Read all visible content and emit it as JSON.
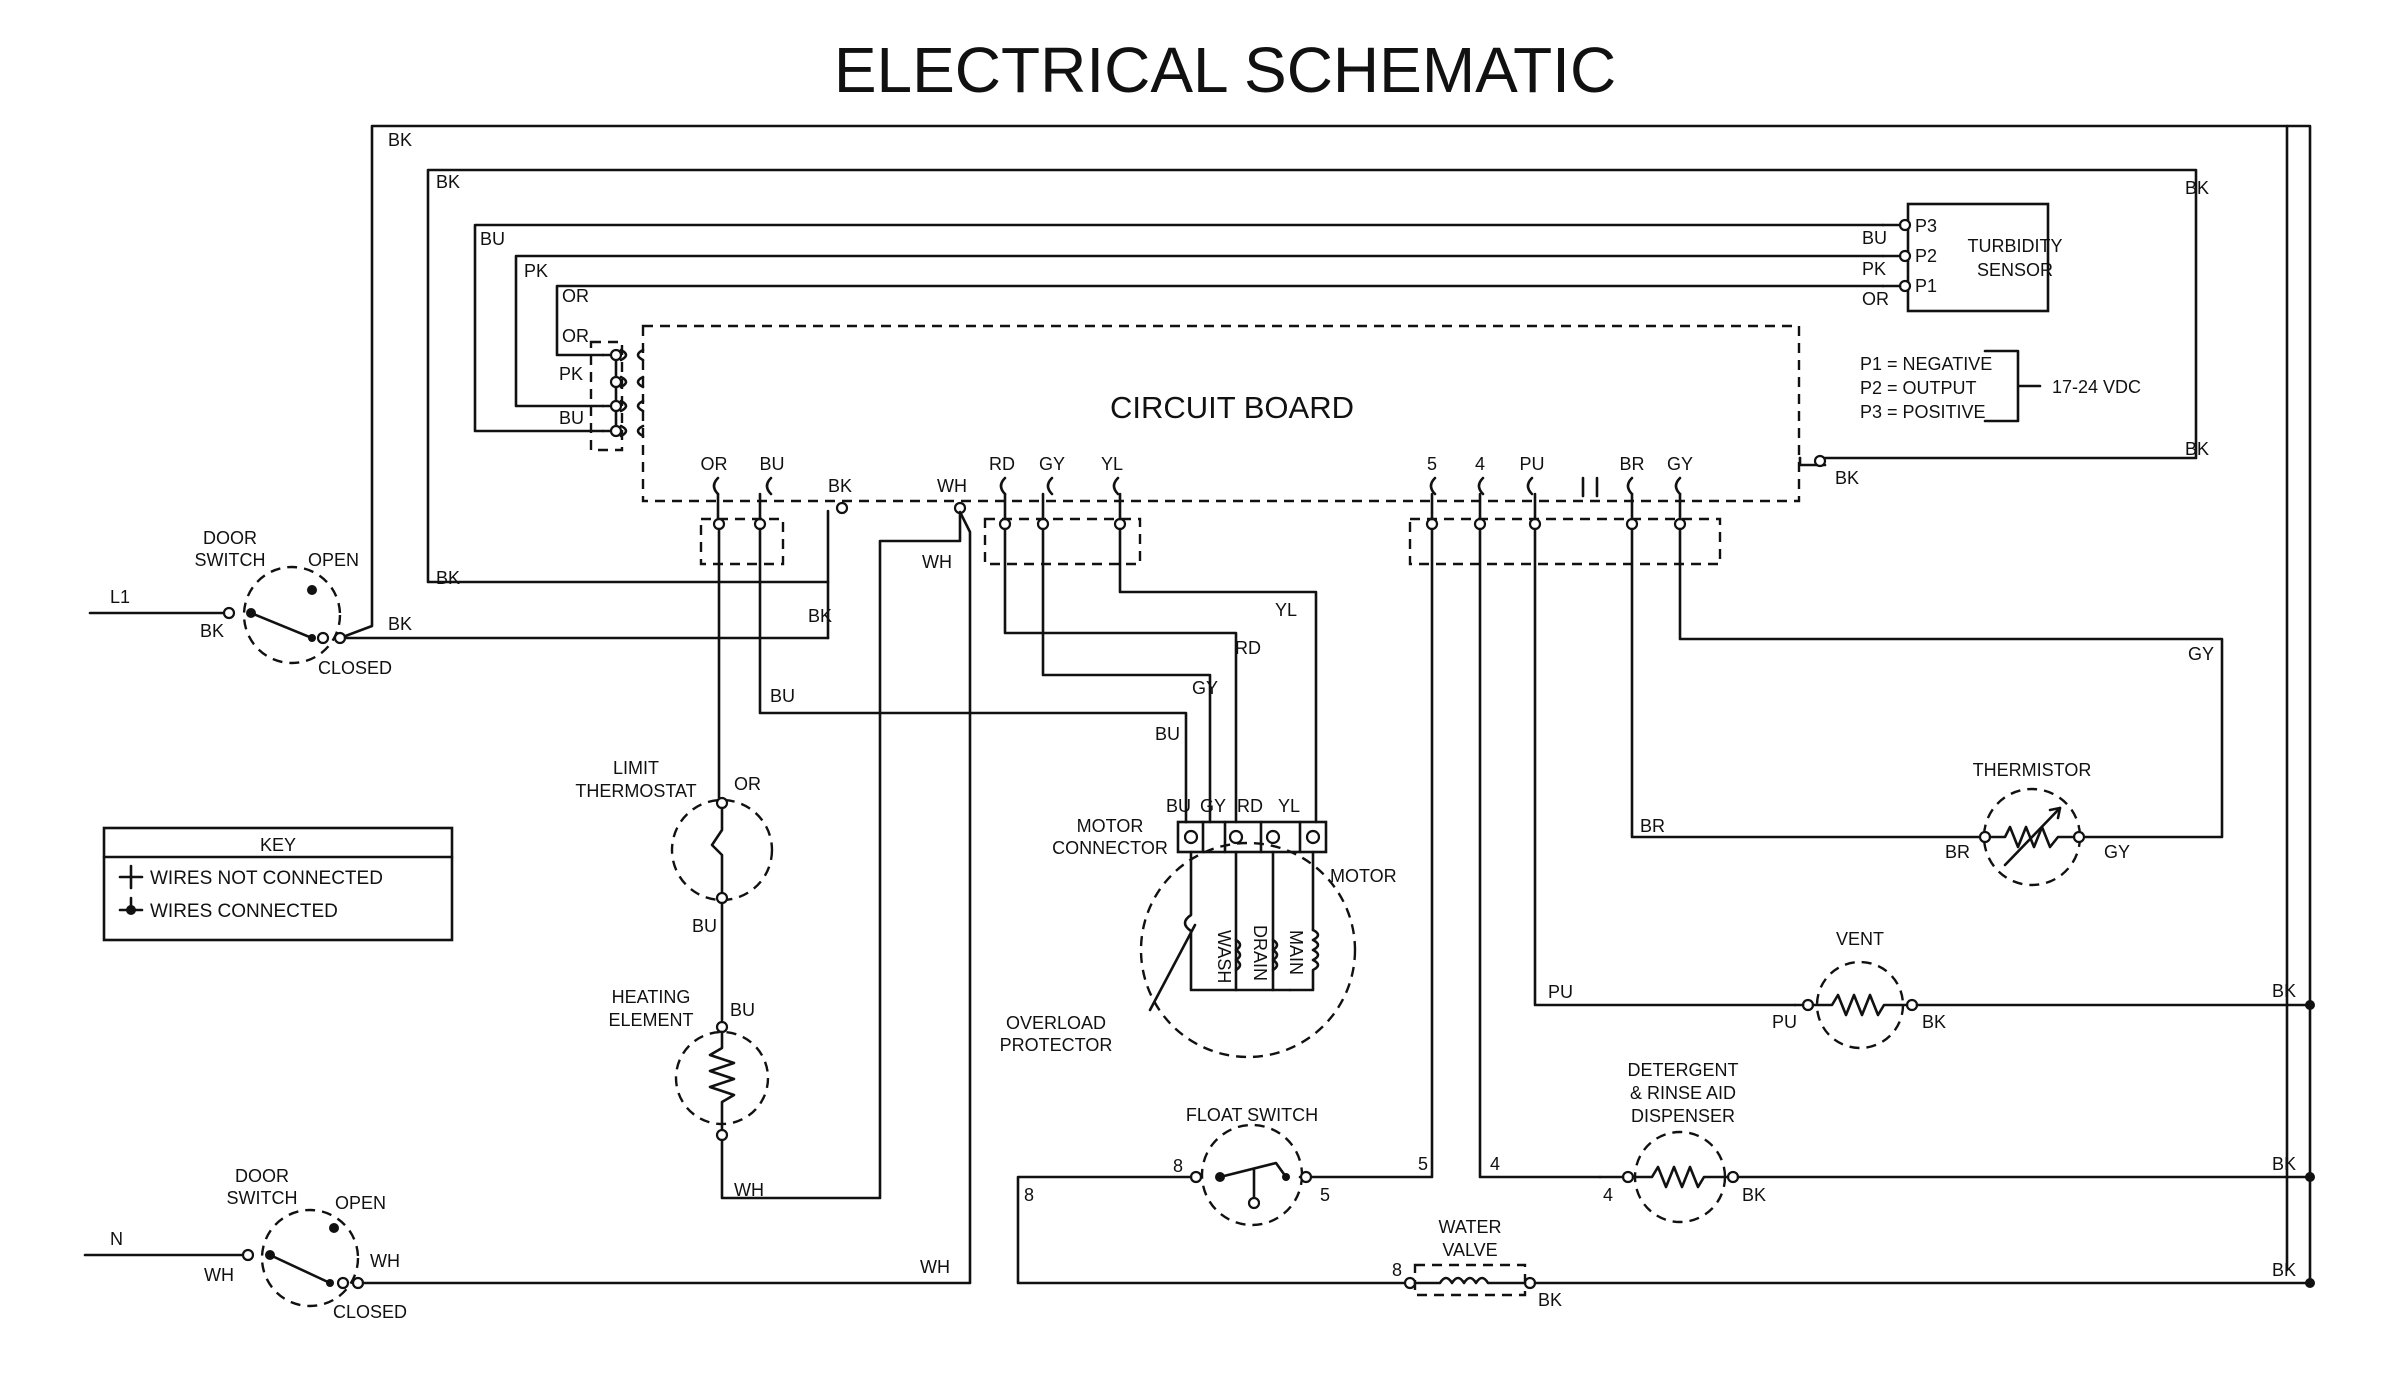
{
  "title": "ELECTRICAL SCHEMATIC",
  "circuit_board": {
    "label": "CIRCUIT BOARD"
  },
  "turbidity_sensor": {
    "label_line1": "TURBIDITY",
    "label_line2": "SENSOR",
    "pins": [
      "P3",
      "P2",
      "P1"
    ],
    "legend": [
      "P1 = NEGATIVE",
      "P2 = OUTPUT",
      "P3 = POSITIVE"
    ],
    "voltage": "17-24 VDC"
  },
  "board_pins_left": [
    "OR",
    "BU",
    "BK",
    "WH",
    "RD",
    "GY",
    "YL"
  ],
  "board_pins_right": [
    "5",
    "4",
    "PU",
    "BR",
    "GY"
  ],
  "wire_colors": {
    "bk": "BK",
    "bu": "BU",
    "pk": "PK",
    "or": "OR",
    "wh": "WH",
    "rd": "RD",
    "gy": "GY",
    "yl": "YL",
    "pu": "PU",
    "br": "BR"
  },
  "numbers": {
    "five": "5",
    "four": "4",
    "eight": "8"
  },
  "lines": {
    "l1": "L1",
    "n": "N"
  },
  "door_switch": {
    "line1": "DOOR",
    "line2": "SWITCH",
    "open": "OPEN",
    "closed": "CLOSED"
  },
  "limit_thermostat": {
    "line1": "LIMIT",
    "line2": "THERMOSTAT"
  },
  "heating_element": {
    "line1": "HEATING",
    "line2": "ELEMENT"
  },
  "motor": {
    "label": "MOTOR",
    "connector_line1": "MOTOR",
    "connector_line2": "CONNECTOR",
    "windings": [
      "WASH",
      "DRAIN",
      "MAIN"
    ],
    "overload_line1": "OVERLOAD",
    "overload_line2": "PROTECTOR"
  },
  "thermistor": "THERMISTOR",
  "vent": "VENT",
  "float_switch": "FLOAT SWITCH",
  "detergent": {
    "line1": "DETERGENT",
    "line2": "& RINSE AID",
    "line3": "DISPENSER"
  },
  "water_valve": {
    "line1": "WATER",
    "line2": "VALVE"
  },
  "key": {
    "title": "KEY",
    "not_connected": "WIRES NOT CONNECTED",
    "connected": "WIRES CONNECTED"
  }
}
